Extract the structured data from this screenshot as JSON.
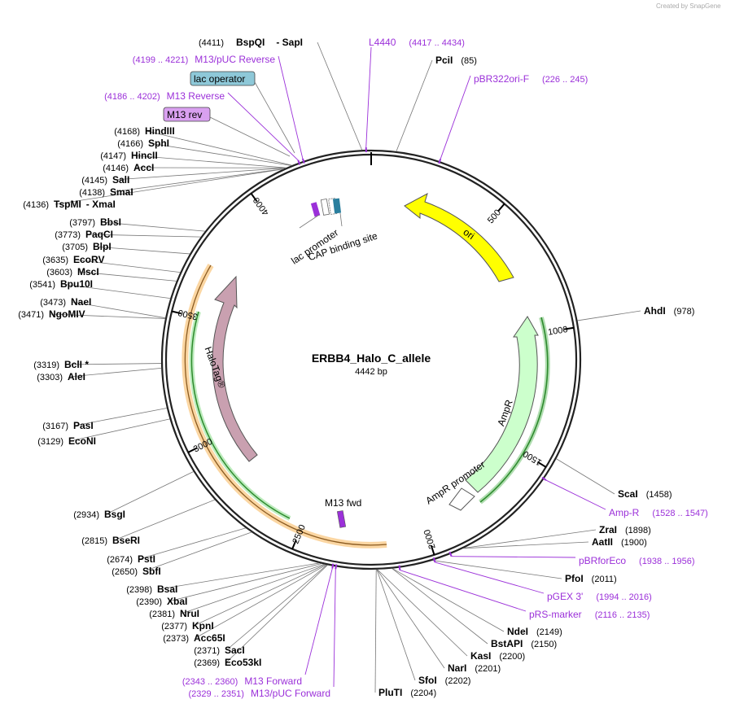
{
  "branding": "Created by SnapGene",
  "plasmid": {
    "name": "ERBB4_Halo_C_allele",
    "length_label": "4442 bp",
    "length": 4442
  },
  "ticks": [
    {
      "label": "500",
      "pos": 500
    },
    {
      "label": "1000",
      "pos": 1000
    },
    {
      "label": "1500",
      "pos": 1500
    },
    {
      "label": "2000",
      "pos": 2000
    },
    {
      "label": "2500",
      "pos": 2500
    },
    {
      "label": "3000",
      "pos": 3000
    },
    {
      "label": "3500",
      "pos": 3500
    },
    {
      "label": "4000",
      "pos": 4000
    }
  ],
  "features": {
    "ori": "ori",
    "ampr": "AmpR",
    "ampr_promoter": "AmpR promoter",
    "halotag": "HaloTag®",
    "m13_fwd": "M13 fwd",
    "lac_promoter": "lac promoter",
    "cap_site": "CAP binding site",
    "lac_operator": "lac operator",
    "m13_rev": "M13 rev"
  },
  "feature_colors": {
    "ori": "#ffff00",
    "ampr": "#ccffcc",
    "halotag": "#c9a0b0",
    "orf": "#f9c47a",
    "lac_operator": "#8ec8d8",
    "m13_rev": "#d9a0f0"
  },
  "enzymes": [
    {
      "name": "BspQI",
      "name2": "SapI",
      "pos": "(4411)",
      "site": 4411
    },
    {
      "name": "PciI",
      "pos": "(85)",
      "site": 85
    },
    {
      "name": "AhdI",
      "pos": "(978)",
      "site": 978
    },
    {
      "name": "ScaI",
      "pos": "(1458)",
      "site": 1458
    },
    {
      "name": "ZraI",
      "pos": "(1898)",
      "site": 1898
    },
    {
      "name": "AatII",
      "pos": "(1900)",
      "site": 1900
    },
    {
      "name": "PfoI",
      "pos": "(2011)",
      "site": 2011
    },
    {
      "name": "NdeI",
      "pos": "(2149)",
      "site": 2149
    },
    {
      "name": "BstAPI",
      "pos": "(2150)",
      "site": 2150
    },
    {
      "name": "KasI",
      "pos": "(2200)",
      "site": 2200
    },
    {
      "name": "NarI",
      "pos": "(2201)",
      "site": 2201
    },
    {
      "name": "SfoI",
      "pos": "(2202)",
      "site": 2202
    },
    {
      "name": "PluTI",
      "pos": "(2204)",
      "site": 2204
    },
    {
      "name": "Eco53kI",
      "pos": "(2369)",
      "site": 2369
    },
    {
      "name": "SacI",
      "pos": "(2371)",
      "site": 2371
    },
    {
      "name": "Acc65I",
      "pos": "(2373)",
      "site": 2373
    },
    {
      "name": "KpnI",
      "pos": "(2377)",
      "site": 2377
    },
    {
      "name": "NruI",
      "pos": "(2381)",
      "site": 2381
    },
    {
      "name": "XbaI",
      "pos": "(2390)",
      "site": 2390
    },
    {
      "name": "BsaI",
      "pos": "(2398)",
      "site": 2398
    },
    {
      "name": "SbfI",
      "pos": "(2650)",
      "site": 2650
    },
    {
      "name": "PstI",
      "pos": "(2674)",
      "site": 2674
    },
    {
      "name": "BseRI",
      "pos": "(2815)",
      "site": 2815
    },
    {
      "name": "BsgI",
      "pos": "(2934)",
      "site": 2934
    },
    {
      "name": "EcoNI",
      "pos": "(3129)",
      "site": 3129
    },
    {
      "name": "PasI",
      "pos": "(3167)",
      "site": 3167
    },
    {
      "name": "AleI",
      "pos": "(3303)",
      "site": 3303
    },
    {
      "name": "BclI *",
      "pos": "(3319)",
      "site": 3319
    },
    {
      "name": "NgoMIV",
      "pos": "(3471)",
      "site": 3471
    },
    {
      "name": "NaeI",
      "pos": "(3473)",
      "site": 3473
    },
    {
      "name": "Bpu10I",
      "pos": "(3541)",
      "site": 3541
    },
    {
      "name": "MscI",
      "pos": "(3603)",
      "site": 3603
    },
    {
      "name": "EcoRV",
      "pos": "(3635)",
      "site": 3635
    },
    {
      "name": "BlpI",
      "pos": "(3705)",
      "site": 3705
    },
    {
      "name": "PaqCI",
      "pos": "(3773)",
      "site": 3773
    },
    {
      "name": "BbsI",
      "pos": "(3797)",
      "site": 3797
    },
    {
      "name": "TspMI",
      "name2": "XmaI",
      "pos": "(4136)",
      "site": 4136
    },
    {
      "name": "SmaI",
      "pos": "(4138)",
      "site": 4138
    },
    {
      "name": "SalI",
      "pos": "(4145)",
      "site": 4145
    },
    {
      "name": "AccI",
      "pos": "(4146)",
      "site": 4146
    },
    {
      "name": "HincII",
      "pos": "(4147)",
      "site": 4147
    },
    {
      "name": "SphI",
      "pos": "(4166)",
      "site": 4166
    },
    {
      "name": "HindIII",
      "pos": "(4168)",
      "site": 4168
    }
  ],
  "primers": [
    {
      "name": "L4440",
      "range": "(4417 .. 4434)",
      "site": 4425
    },
    {
      "name": "pBR322ori-F",
      "range": "(226 .. 245)",
      "site": 235
    },
    {
      "name": "M13/pUC Reverse",
      "range": "(4199 .. 4221)",
      "site": 4210
    },
    {
      "name": "M13 Reverse",
      "range": "(4186 .. 4202)",
      "site": 4194
    },
    {
      "name": "Amp-R",
      "range": "(1528 .. 1547)",
      "site": 1537
    },
    {
      "name": "pBRforEco",
      "range": "(1938 .. 1956)",
      "site": 1947
    },
    {
      "name": "pGEX 3'",
      "range": "(1994 .. 2016)",
      "site": 2005
    },
    {
      "name": "pRS-marker",
      "range": "(2116 .. 2135)",
      "site": 2125
    },
    {
      "name": "M13 Forward",
      "range": "(2343 .. 2360)",
      "site": 2351
    },
    {
      "name": "M13/pUC Forward",
      "range": "(2329 .. 2351)",
      "site": 2340
    }
  ]
}
